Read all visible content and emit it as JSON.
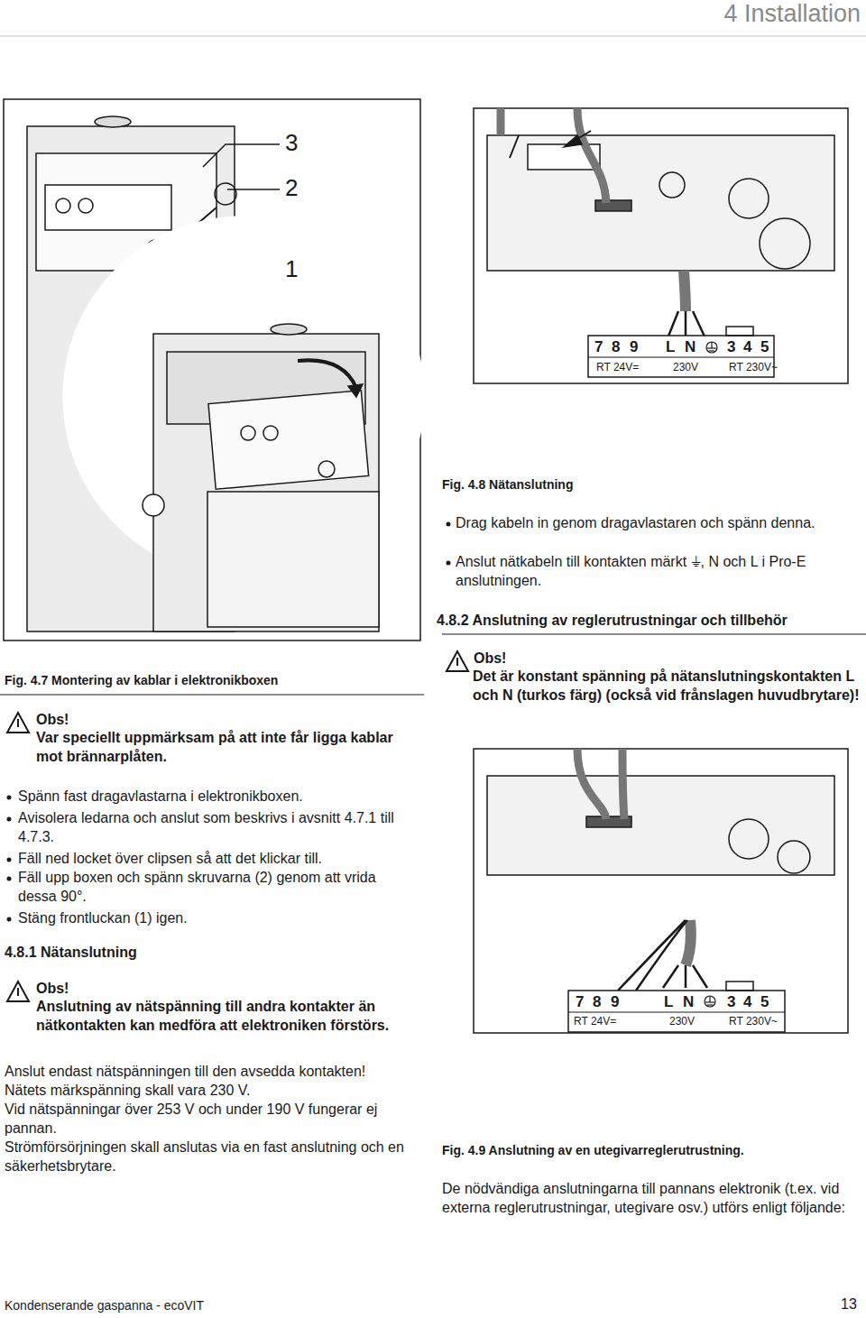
{
  "diagram": {
    "title": "4 Installation",
    "labels": [
      "3",
      "2",
      "1",
      "7",
      "8",
      "9",
      "L",
      "N",
      "3",
      "4",
      "5",
      "RT 24V=",
      "230V",
      "RT 230V~",
      "Fig. 4.8 Nätanslutning",
      "Drag kabeln in genom dragavlastaren och spänn denna.",
      "Anslut nätkabeln till kontakten märkt ⏚, N och L i Pro-E anslutningen.",
      "4.8.2 Anslutning av reglerutrustningar och tillbehör",
      "Fig. 4.7 Montering av kablar i elektronikboxen",
      "Obs!",
      "Var speciellt uppmärksam på att inte får ligga kablar mot brännarplåten.",
      "Obs!",
      "Det är konstant spänning på nätanslutningskontakten L och N (turkos färg) (också vid frånslagen huvudbrytare)!",
      "Spänn fast dragavlastarna i elektronikboxen.",
      "Avisolera ledarna och anslut som beskrivs i avsnitt 4.7.1 till 4.7.3.",
      "Fäll ned locket över clipsen så att det klickar till.",
      "Fäll upp boxen och spänn skruvarna (2) genom att vrida dessa 90°.",
      "Stäng frontluckan (1) igen.",
      "4.8.1 Nätanslutning",
      "Obs!",
      "Anslutning av nätspänning till andra kontakter än nätkontakten kan medföra att elektroniken förstörs.",
      "Anslut endast nätspänningen till den avsedda kontakten!",
      "Nätets märkspänning skall vara 230 V.",
      "Vid nätspänningar över 253 V och under 190 V fungerar ej pannan.",
      "Strömförsörjningen skall anslutas via en fast anslutning och en säkerhetsbrytare.",
      "7",
      "8",
      "9",
      "L",
      "N",
      "3",
      "4",
      "5",
      "RT 24V=",
      "230V",
      "RT 230V~",
      "Fig. 4.9 Anslutning av en utegivarreglerutrustning.",
      "De nödvändiga anslutningarna till pannans elektronik (t.ex. vid externa reglerutrustningar, utegivare osv.) utförs enligt följande:",
      "Kondenserande gaspanna - ecoVIT",
      "13"
    ]
  }
}
